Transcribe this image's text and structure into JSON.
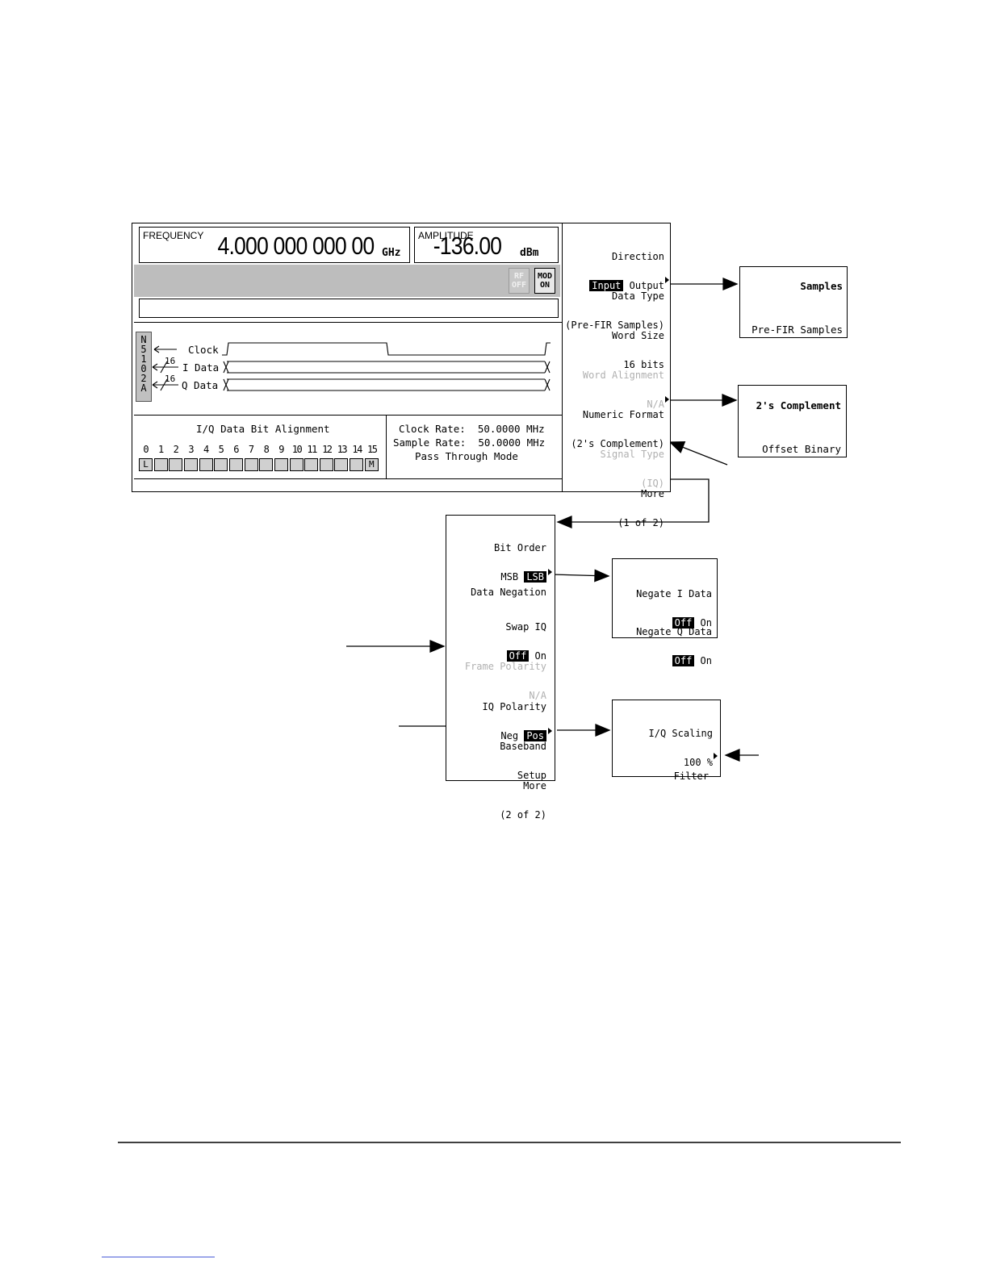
{
  "frequency": {
    "label": "FREQUENCY",
    "value": "4.000 000 000 00",
    "unit": "GHz"
  },
  "amplitude": {
    "label": "AMPLITUDE",
    "value": "-136.00",
    "unit": "dBm"
  },
  "annunciators": {
    "rf": [
      "RF",
      "OFF"
    ],
    "mod": [
      "MOD",
      "ON"
    ]
  },
  "module": "N5102A",
  "signals": {
    "clock": "Clock",
    "idata": "I Data",
    "qdata": "Q Data",
    "bus_width": "16"
  },
  "bit_alignment": {
    "title": "I/Q Data Bit Alignment",
    "numbers": [
      "0",
      "1",
      "2",
      "3",
      "4",
      "5",
      "6",
      "7",
      "8",
      "9",
      "10",
      "11",
      "12",
      "13",
      "14",
      "15"
    ],
    "lsb_marker": "L",
    "msb_marker": "M"
  },
  "status": {
    "clock_rate": "Clock Rate:  50.0000 MHz",
    "sample_rate": "Sample Rate:  50.0000 MHz",
    "mode": "Pass Through Mode"
  },
  "softkeys_page1": {
    "direction": {
      "label": "Direction",
      "input": "Input",
      "output": "Output"
    },
    "data_type": {
      "label": "Data Type",
      "value": "(Pre-FIR Samples)"
    },
    "word_size": {
      "label": "Word Size",
      "value": "16 bits"
    },
    "word_alignment": {
      "label": "Word Alignment",
      "value": "N/A"
    },
    "numeric_format": {
      "label": "Numeric Format",
      "value": "(2's Complement)"
    },
    "signal_type": {
      "label": "Signal Type",
      "value": "(IQ)"
    },
    "more": {
      "label": "More",
      "value": "(1 of 2)"
    }
  },
  "data_type_menu": {
    "option1": "Samples",
    "option2": "Pre-FIR Samples"
  },
  "numeric_format_menu": {
    "option1": "2's Complement",
    "option2": "Offset Binary"
  },
  "softkeys_page2": {
    "bit_order": {
      "label": "Bit Order",
      "msb": "MSB",
      "lsb": "LSB"
    },
    "data_negation": {
      "label": "Data Negation"
    },
    "swap_iq": {
      "label": "Swap IQ",
      "off": "Off",
      "on": "On"
    },
    "frame_polarity": {
      "label": "Frame Polarity",
      "value": "N/A"
    },
    "iq_polarity": {
      "label": "IQ Polarity",
      "neg": "Neg",
      "pos": "Pos"
    },
    "baseband_setup": {
      "label1": "Baseband",
      "label2": "Setup"
    },
    "more": {
      "label": "More",
      "value": "(2 of 2)"
    }
  },
  "negation_menu": {
    "negate_i": {
      "label": "Negate I Data",
      "off": "Off",
      "on": "On"
    },
    "negate_q": {
      "label": "Negate Q Data",
      "off": "Off",
      "on": "On"
    }
  },
  "baseband_menu": {
    "scaling_label": "I/Q Scaling",
    "scaling_value": "100 %",
    "filter": "Filter"
  }
}
